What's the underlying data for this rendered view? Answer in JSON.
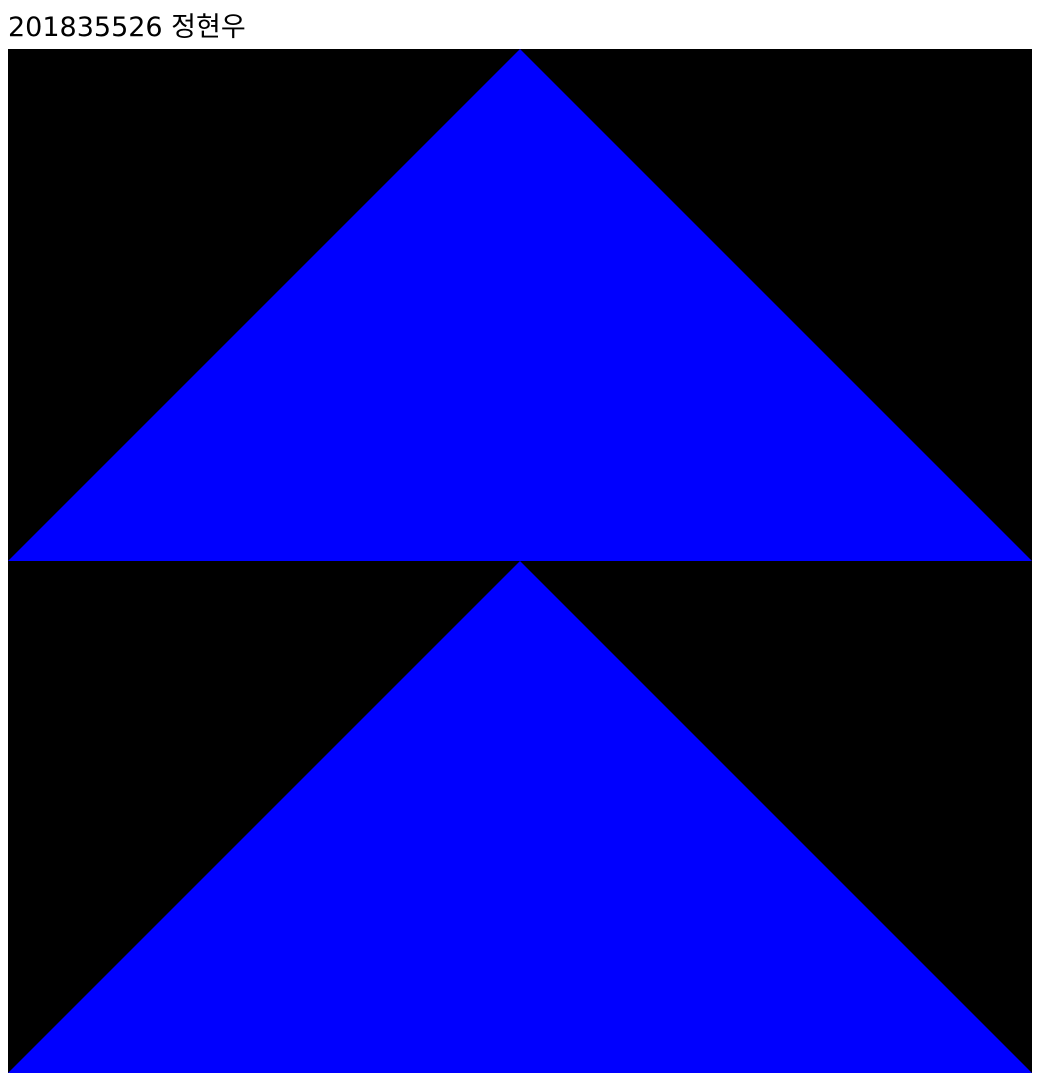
{
  "page": {
    "heading": "201835526 정현우"
  },
  "canvas": {
    "background_color": "#000000",
    "shape_color": "#0000ff",
    "shapes": [
      "triangle",
      "triangle"
    ]
  }
}
